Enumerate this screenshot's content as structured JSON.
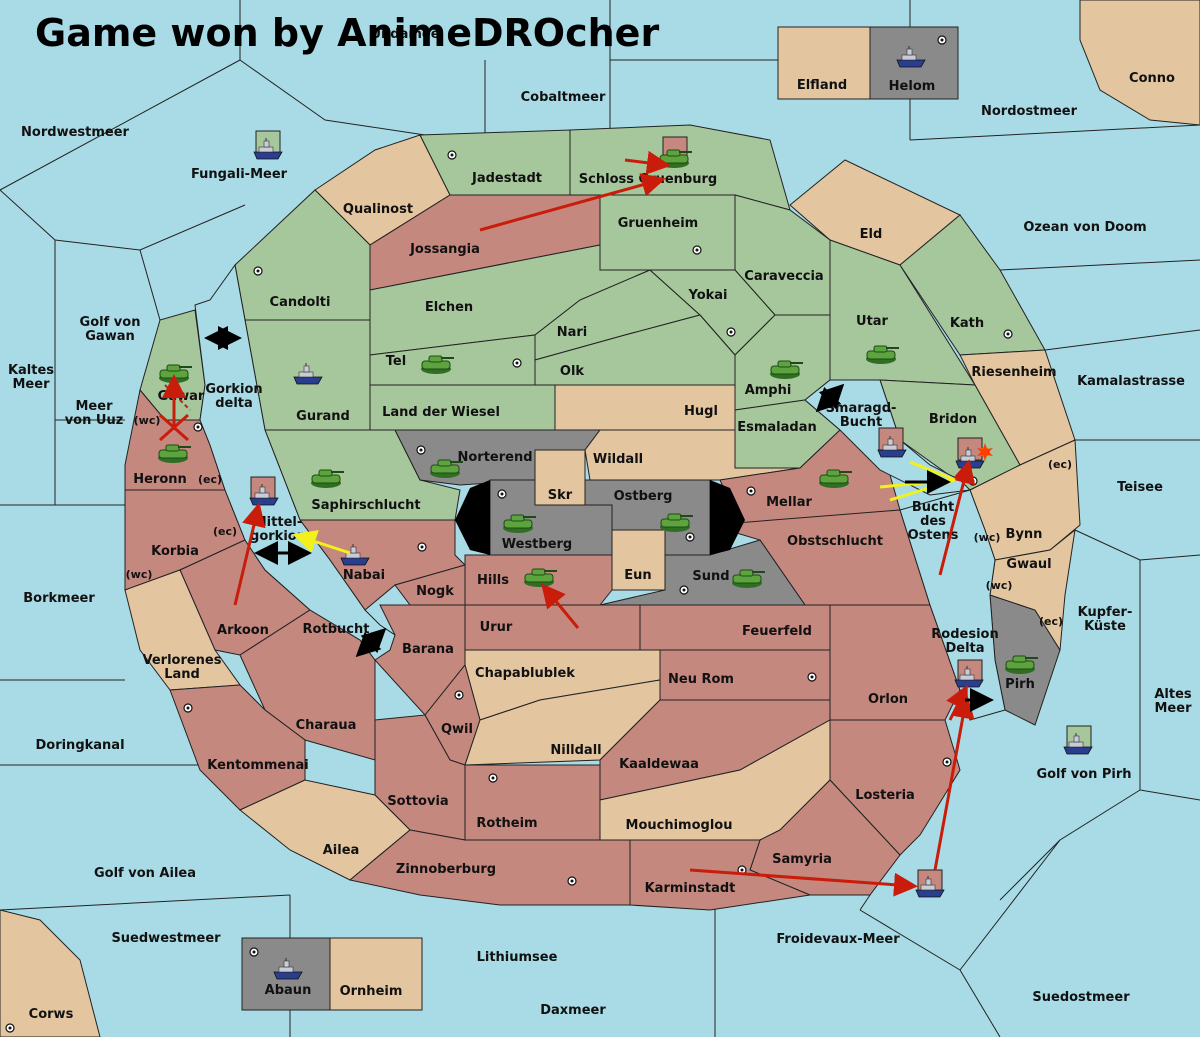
{
  "title": "Game won by AnimeDROcher",
  "colors": {
    "sea": "#a9dbe6",
    "green": "#a6c79c",
    "red": "#c4887f",
    "tan": "#e3c6a0",
    "gray": "#8a8a8a",
    "order_arrow": "#c91c0a",
    "support_arrow": "#f2f21a"
  },
  "sea_labels": {
    "nordwestmeer": "Nordwestmeer",
    "fungali": "Fungali-Meer",
    "cobaltmeer": "Cobaltmeer",
    "nordostmeer": "Nordostmeer",
    "ozean": "Ozean von Doom",
    "kamalastrasse": "Kamalastrasse",
    "teisee": "Teisee",
    "kupfer": "Kupfer-\nKüste",
    "altes": "Altes\nMeer",
    "golf_pirh": "Golf von Pirh",
    "suedostmeer": "Suedostmeer",
    "froidevaux": "Froidevaux-Meer",
    "daxmeer": "Daxmeer",
    "lithiumsee": "Lithiumsee",
    "suedwestmeer": "Suedwestmeer",
    "corws": "Corws",
    "golf_ailea": "Golf von Ailea",
    "doringkanal": "Doringkanal",
    "borkmeer": "Borkmeer",
    "kaltes": "Kaltes\nMeer",
    "meer_uuz": "Meer\nvon Uuz",
    "golf_gawan": "Golf von\nGawan",
    "gorkion_delta": "Gorkion\ndelta",
    "mittelgorkion": "Mittel-\ngorkion",
    "rotbucht": "Rotbucht",
    "smaragd": "Smaragd-\nBucht",
    "bucht_ostens": "Bucht\ndes\nOstens",
    "rodesion": "Rodesion\nDelta",
    "conno": "Conno",
    "undamee": "Undamee"
  },
  "land_labels": {
    "elfland": "Elfland",
    "helom": "Helom",
    "jadestadt": "Jadestadt",
    "schloss": "Schloss Gruenburg",
    "qualinost": "Qualinost",
    "jossangia": "Jossangia",
    "gruenheim": "Gruenheim",
    "eld": "Eld",
    "candolti": "Candolti",
    "elchen": "Elchen",
    "caraveccia": "Caraveccia",
    "yokai": "Yokai",
    "nari": "Nari",
    "utar": "Utar",
    "kath": "Kath",
    "tel": "Tel",
    "olk": "Olk",
    "amphi": "Amphi",
    "riesenheim": "Riesenheim",
    "gurand": "Gurand",
    "land_wiesel": "Land der Wiesel",
    "hugl": "Hugl",
    "esmaladan": "Esmaladan",
    "bridon": "Bridon",
    "gawar": "Gawar",
    "heronn": "Heronn",
    "norterend": "Norterend",
    "wildall": "Wildall",
    "skr": "Skr",
    "ostberg": "Ostberg",
    "westberg": "Westberg",
    "mellar": "Mellar",
    "saphirschlucht": "Saphirschlucht",
    "bynn": "Bynn",
    "obstschlucht": "Obstschlucht",
    "gwaul": "Gwaul",
    "korbia": "Korbia",
    "nabai": "Nabai",
    "hills": "Hills",
    "eun": "Eun",
    "sund": "Sund",
    "nogk": "Nogk",
    "arkoon": "Arkoon",
    "urur": "Urur",
    "feuerfeld": "Feuerfeld",
    "verlorenes": "Verlorenes\nLand",
    "barana": "Barana",
    "chapablublek": "Chapablublek",
    "neu_rom": "Neu Rom",
    "pirh": "Pirh",
    "orlon": "Orlon",
    "charaua": "Charaua",
    "qwil": "Qwil",
    "nilldall": "Nilldall",
    "kentommenai": "Kentommenai",
    "kaaldewaa": "Kaaldewaa",
    "sottovia": "Sottovia",
    "losteria": "Losteria",
    "rotheim": "Rotheim",
    "mouchimoglou": "Mouchimoglou",
    "ailea": "Ailea",
    "samyria": "Samyria",
    "zinnoberburg": "Zinnoberburg",
    "karminstadt": "Karminstadt",
    "abaun": "Abaun",
    "ornheim": "Ornheim"
  },
  "coast_tags": {
    "wc": "(wc)",
    "ec": "(ec)"
  },
  "unit_icons": {
    "army": "tank-icon",
    "fleet": "ship-icon",
    "supply": "supply-center-icon",
    "destroyed": "destroyed-x-icon",
    "dislodged": "explosion-icon"
  }
}
